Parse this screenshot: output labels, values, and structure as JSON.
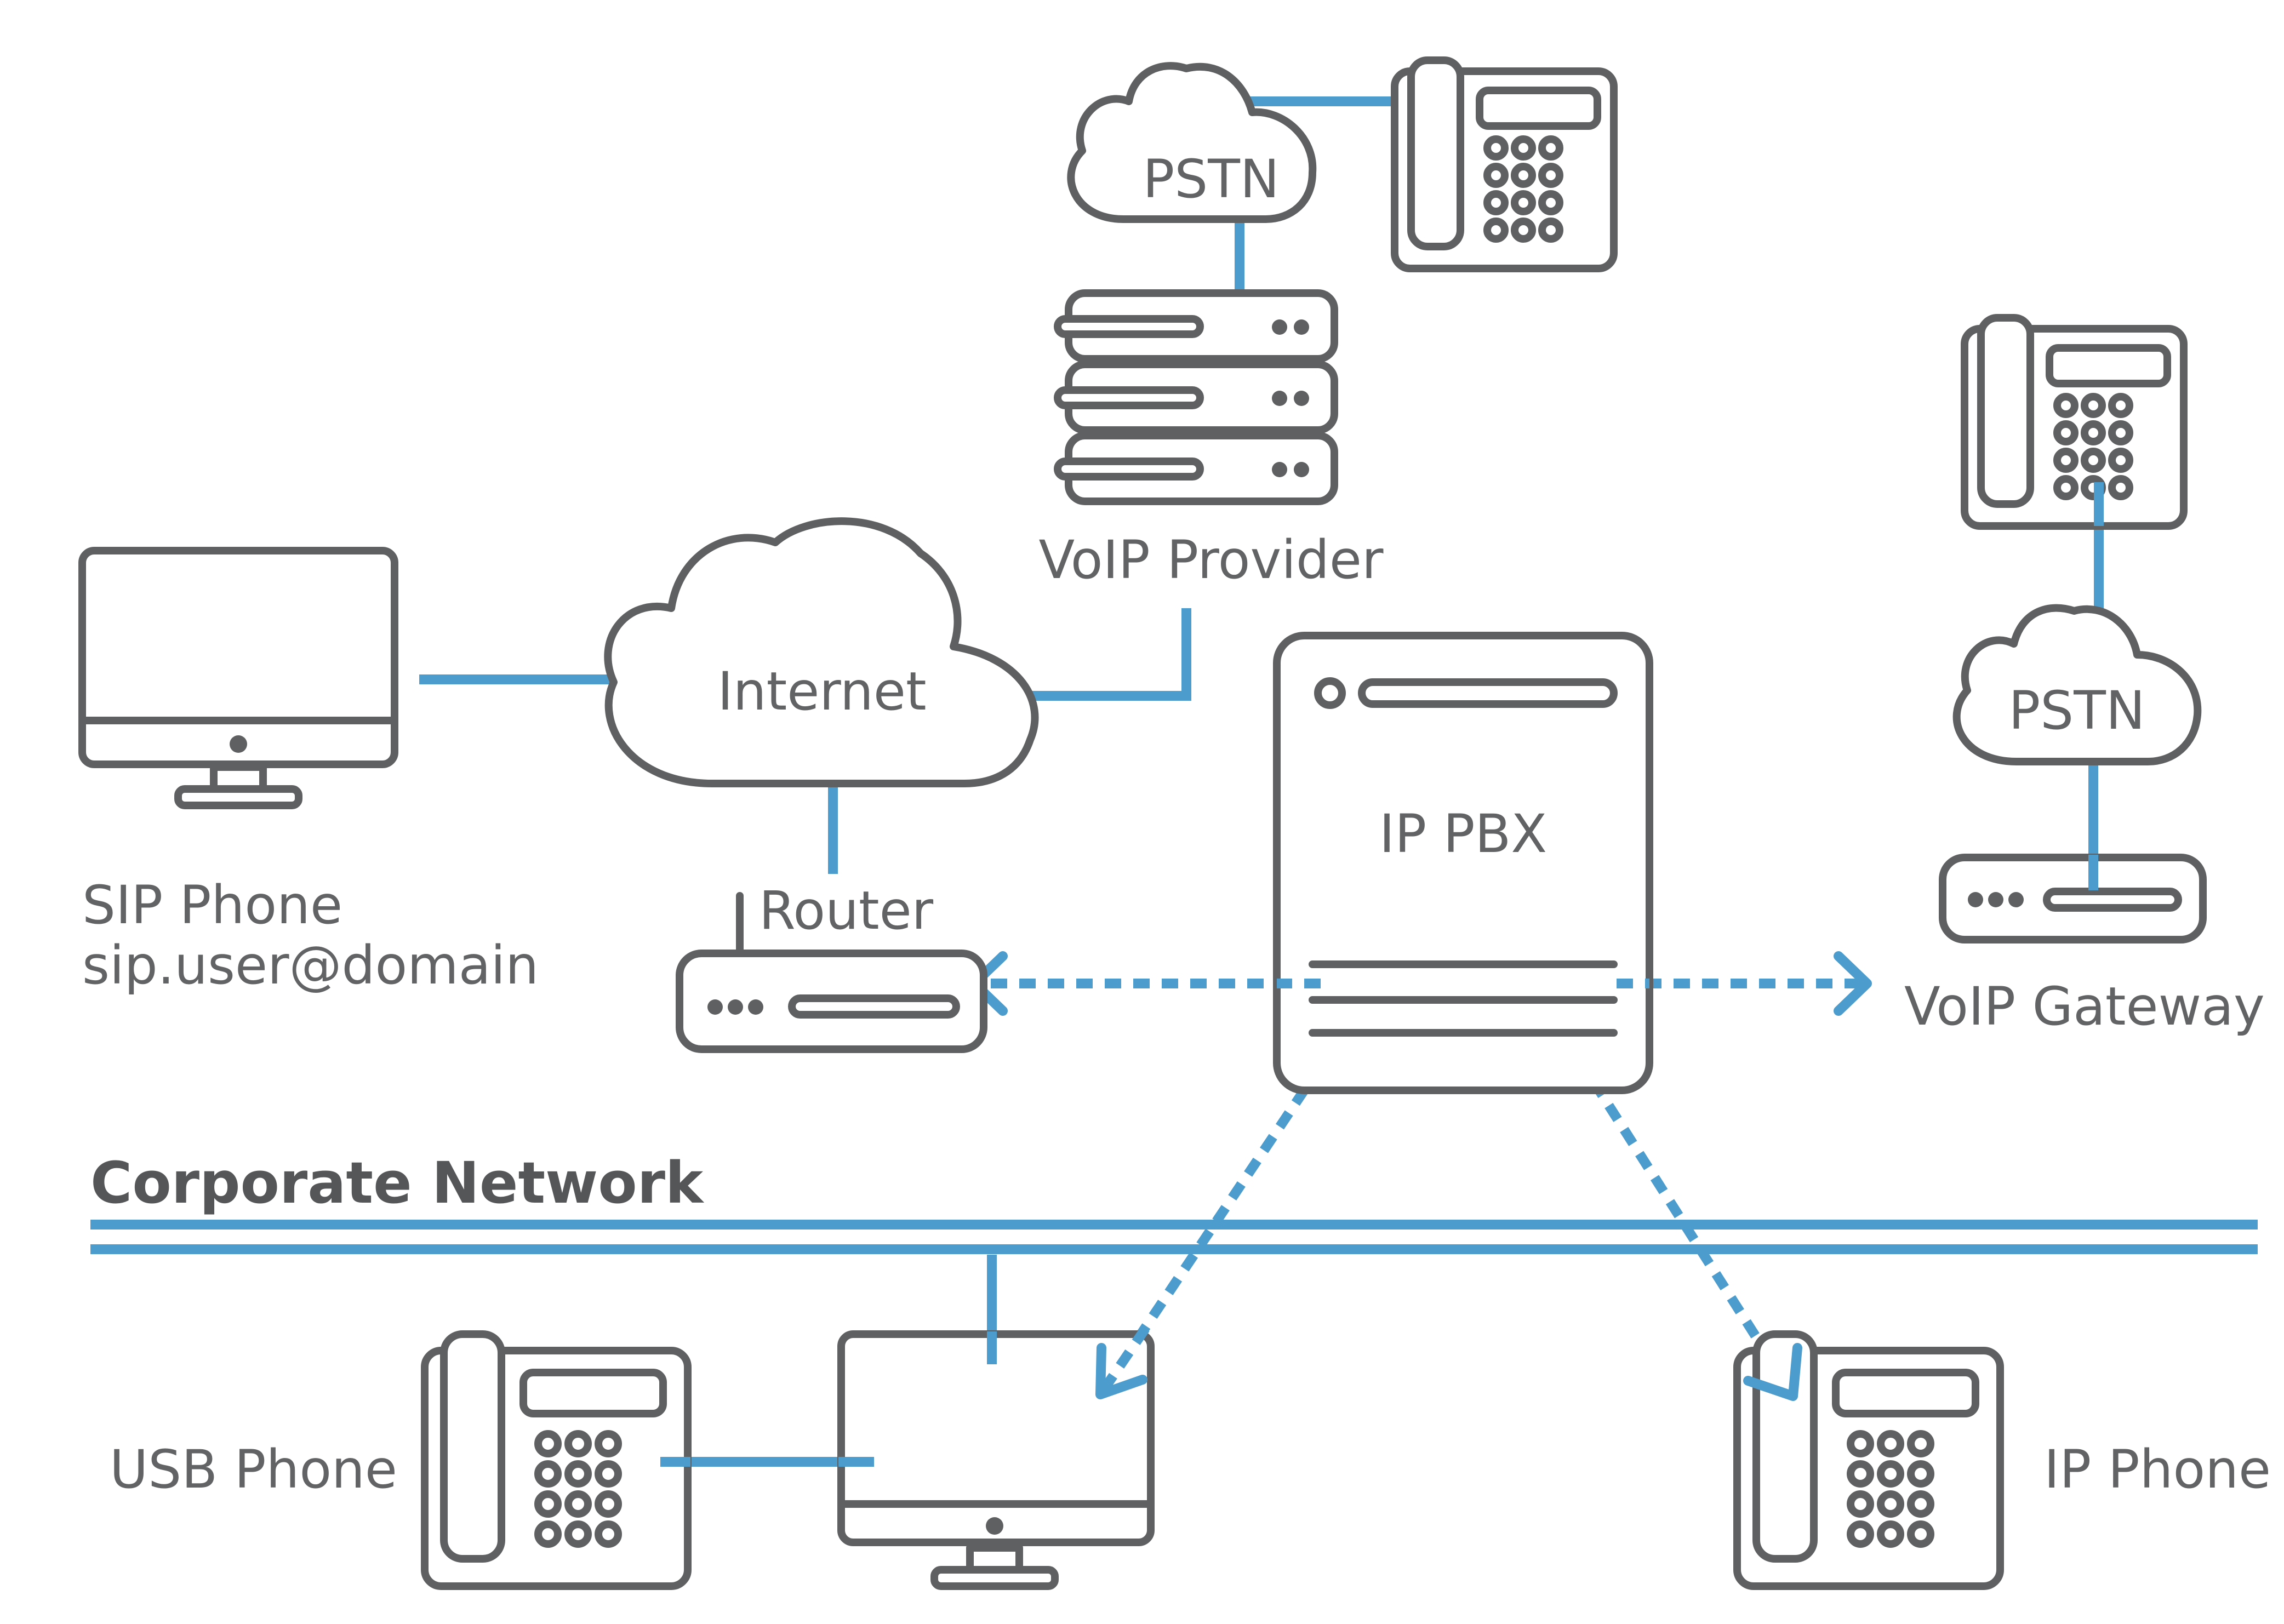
{
  "labels": {
    "pstn_top": "PSTN",
    "voip_provider": "VoIP Provider",
    "internet": "Internet",
    "sip_phone": "SIP Phone",
    "sip_address": "sip.user@domain",
    "router": "Router",
    "ip_pbx": "IP PBX",
    "pstn_right": "PSTN",
    "voip_gateway": "VoIP Gateway",
    "corporate_network": "Corporate Network",
    "usb_phone": "USB Phone",
    "ip_phone": "IP Phone"
  },
  "colors": {
    "link": "#4c9ccd",
    "icon_stroke": "#5f6062",
    "text": "#626365"
  },
  "icons": [
    "cloud-icon",
    "desk-phone-icon",
    "server-rack-icon",
    "monitor-icon",
    "router-icon",
    "pbx-server-icon",
    "gateway-icon"
  ]
}
